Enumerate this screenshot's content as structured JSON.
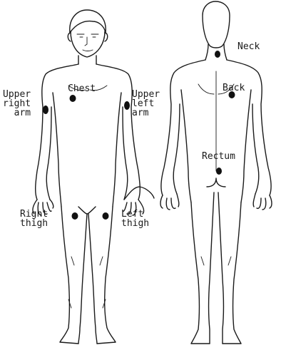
{
  "figures": {
    "front": {
      "labels": {
        "chest": "Chest",
        "upper_right_arm": [
          "Upper",
          "right",
          "arm"
        ],
        "upper_left_arm": [
          "Upper",
          "left",
          "arm"
        ],
        "right_thigh": [
          "Right",
          "thigh"
        ],
        "left_thigh": [
          "Left",
          "thigh"
        ]
      }
    },
    "back": {
      "labels": {
        "neck": "Neck",
        "back": "Back",
        "rectum": "Rectum"
      }
    }
  },
  "colors": {
    "ink": "#1a1a1a",
    "dot": "#111111",
    "paper": "#ffffff"
  }
}
